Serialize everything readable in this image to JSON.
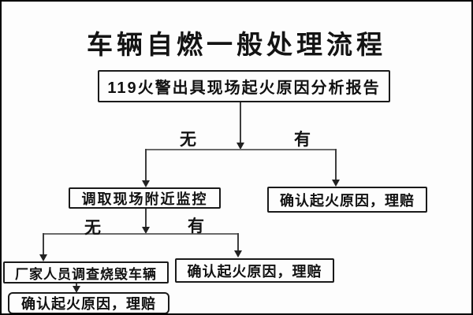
{
  "title": {
    "text": "车辆自燃一般处理流程"
  },
  "nodes": {
    "report": {
      "label": "119火警出具现场起火原因分析报告"
    },
    "surveillance": {
      "label": "调取现场附近监控"
    },
    "confirm_top_right": {
      "label": "确认起火原因，理赔"
    },
    "factory_investigation": {
      "label": "厂家人员调查烧毁车辆"
    },
    "confirm_bottom_middle": {
      "label": "确认起火原因，理赔"
    },
    "confirm_bottom_left": {
      "label": "确认起火原因，理赔"
    }
  },
  "branches": {
    "level1": {
      "no": "无",
      "yes": "有"
    },
    "level2": {
      "no": "无",
      "yes": "有"
    }
  },
  "colors": {
    "background": "#fdfdfd",
    "frame": "#000000",
    "box_border": "#1a1a1a",
    "line": "#3d3d3d",
    "text": "#111111"
  }
}
